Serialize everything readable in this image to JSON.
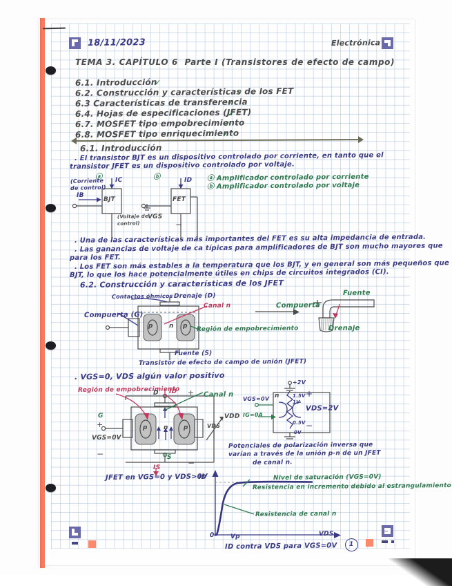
{
  "page": {
    "date": "18/11/2023",
    "subject": "Electrónica",
    "page_number": "1",
    "title": "TEMA 3. CAPÍTULO 6  Parte I (Transistores de efecto de campo)"
  },
  "toc": [
    {
      "label": "6.1. Introducción",
      "check": "✓"
    },
    {
      "label": "6.2. Construcción y características de los FET",
      "check": "✓"
    },
    {
      "label": "6.3 Características de transferencia",
      "check": "✓"
    },
    {
      "label": "6.4. Hojas de especificaciones (JFET)",
      "check": "✓"
    },
    {
      "label": "6.7. MOSFET tipo empobrecimiento",
      "check": "✓"
    },
    {
      "label": "6.8. MOSFET tipo enriquecimiento",
      "check": "✓"
    }
  ],
  "section_6_1": {
    "heading": "6.1. Introducción",
    "bullet_1_line1": ". El transistor BJT es un dispositivo controlado por corriente, en tanto que el",
    "bullet_1_line2": "transistor JFET es un dispositivo controlado por voltaje.",
    "note_a": "ⓐ Amplificador controlado por corriente",
    "note_b": "ⓑ Amplificador controlado por voltaje",
    "diagram": {
      "label_a": "ⓐ",
      "label_b": "ⓑ",
      "corriente_label_line1": "(Corriente",
      "corriente_label_line2": "de control)",
      "ib_label": "IB",
      "ic_label": "IC",
      "id_label": "ID",
      "bjt_label": "BJT",
      "fet_label": "FET",
      "voltaje_label_line1": "(Voltaje de",
      "voltaje_label_line2": "control)",
      "vgs_label": "VGS",
      "minus_sign": "−"
    },
    "bullet_2_line1": ". Una de las características más importantes del FET es su alta impedancia de entrada.",
    "bullet_3_line1": ". Las ganancias de voltaje de ca típicas para amplificadores de BJT son mucho mayores que",
    "bullet_3_line2": "para los FET.",
    "bullet_4_line1": ". Los FET son más estables a la temperatura que los BJT, y en general son más pequeños que los",
    "bullet_4_line2": "BJT, lo que los hace potencialmente útiles en chips de circuitos integrados (CI)."
  },
  "section_6_2": {
    "heading": "6.2. Construcción y características de los JFET",
    "labels": {
      "contactos": "Contactos óhmicos",
      "drenaje": "Drenaje (D)",
      "canal_n": "Canal n",
      "compuerta": "Compuerta (G)",
      "region_empobrecimiento": "Región de empobrecimiento",
      "fuente": "Fuente (S)",
      "p_left": "p",
      "p_right": "p",
      "n_middle": "n",
      "caption": "Transistor de efecto de campo de unión (JFET)"
    },
    "faucet": {
      "fuente": "Fuente",
      "compuerta": "Compuerta",
      "drenaje": "Drenaje"
    }
  },
  "section_vgs": {
    "bullet": ". VGS=0, VDS algún valor positivo",
    "labels": {
      "region_empobrecimiento": "Región de empobrecimiento",
      "d": "D",
      "id": "ID",
      "g": "G",
      "s": "S",
      "is": "IS",
      "canal_n": "Canal n",
      "vdd": "VDD",
      "vds": "VDS",
      "vgs_0v": "VGS=0V",
      "p_left": "p",
      "p_right": "p",
      "n_mid": "n",
      "e_minus": "e",
      "plus": "+",
      "minus": "−",
      "caption": "JFET en VGS=0 y VDS>0V"
    },
    "right_diagram": {
      "supply": "+2V",
      "v1": "1.5V",
      "v2": "1V",
      "v3": "0.5V",
      "v4": "0V",
      "vds": "VDS=2V",
      "vgs_0v": "VGS=0V",
      "ig_0a": "IG=0A",
      "n_label": "n",
      "plus": "+",
      "minus": "−",
      "text_line1": "Potenciales de polarización inversa que",
      "text_line2": "varían a través de la unión p-n de un JFET",
      "text_line3": "de canal n."
    }
  },
  "chart_data": {
    "type": "line",
    "title": "ID contra VDS para VGS=0V",
    "xlabel": "VDS",
    "ylabel": "ID",
    "origin_label": "0",
    "annotations": [
      "Nivel de saturación (VGS=0V)",
      "Resistencia en incremento debido al estrangulamiento del canal",
      "Resistencia de canal n"
    ],
    "x_tick_labels": [
      "Vp"
    ],
    "x": [
      0,
      0.15,
      0.3,
      0.5,
      0.8,
      1.2,
      1.8,
      2.6,
      3.6,
      5.0,
      7.0,
      9.0,
      11.0
    ],
    "y": [
      0,
      2,
      5,
      10,
      18,
      30,
      46,
      62,
      72,
      77,
      79,
      79.5,
      79.5
    ],
    "xlim": [
      0,
      12
    ],
    "ylim": [
      0,
      95
    ],
    "grid": false,
    "legend": "none",
    "curve_color": "#35357e"
  }
}
